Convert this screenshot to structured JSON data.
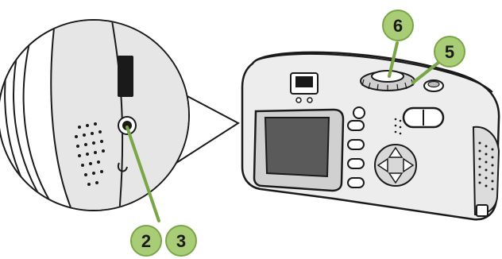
{
  "callouts": {
    "c2": "2",
    "c3": "3",
    "c5": "5",
    "c6": "6"
  },
  "colors": {
    "callout_fill": "#a9cc76",
    "callout_stroke": "#7aa648",
    "leader_line": "#7aa648",
    "line_art": "#1a1a1a"
  }
}
